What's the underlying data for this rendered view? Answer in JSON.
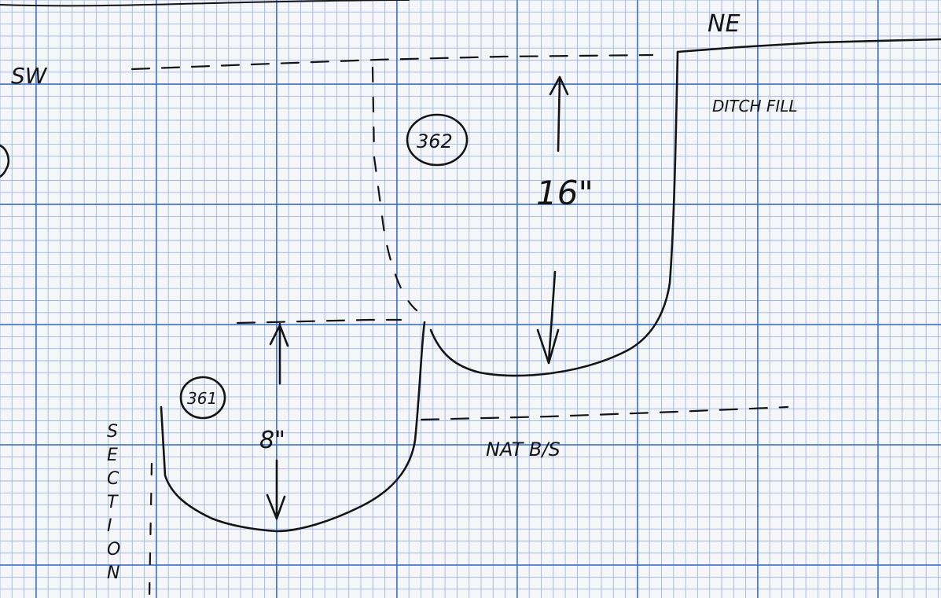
{
  "sheet": {
    "grid_minor_color": "#9fb6e6",
    "grid_major_color": "#3a6fd8",
    "paper_color": "#f4f6f7",
    "ink_color": "#141414"
  },
  "labels": {
    "sw": "SW",
    "ne": "NE",
    "ditch_fill": "DITCH FILL",
    "nat_bs": "NAT B/S",
    "depth_16": "16\"",
    "depth_8": "8\"",
    "section": "SECTION"
  },
  "features": [
    {
      "id": "361",
      "label": "361"
    },
    {
      "id": "362",
      "label": "362"
    }
  ]
}
